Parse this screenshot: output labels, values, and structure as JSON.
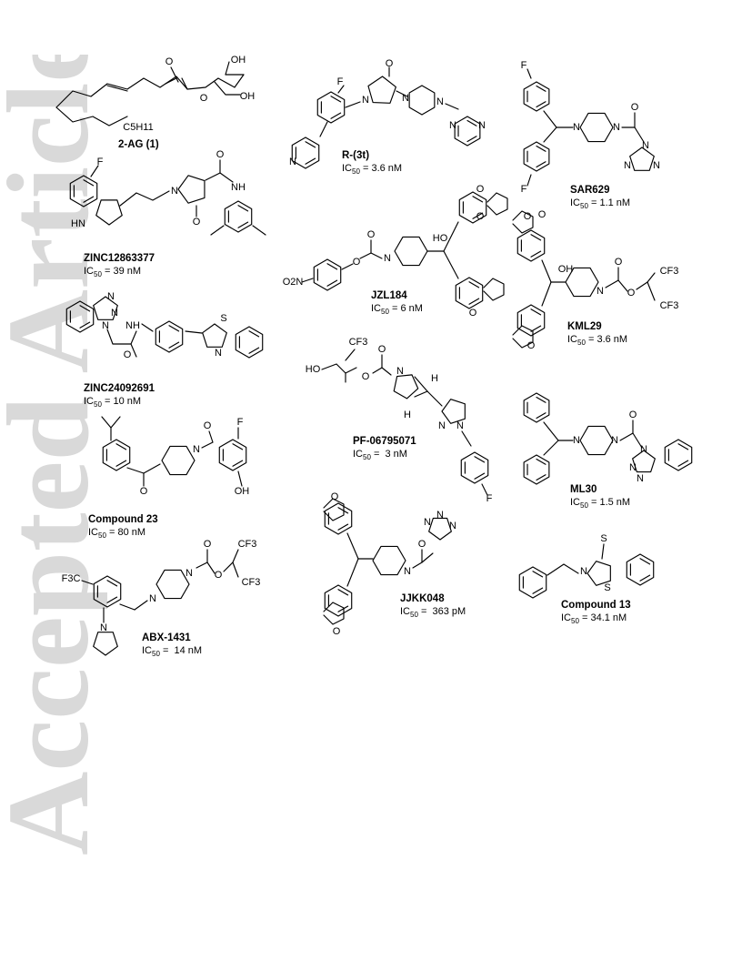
{
  "watermark": "Accepted Article",
  "compounds": [
    {
      "id": "2ag",
      "name": "2-AG (1)",
      "ic50": ""
    },
    {
      "id": "r3t",
      "name": "R-(3t)",
      "ic50": "3.6 nM"
    },
    {
      "id": "sar629",
      "name": "SAR629",
      "ic50": "1.1 nM"
    },
    {
      "id": "zinc128",
      "name": "ZINC12863377",
      "ic50": "39 nM"
    },
    {
      "id": "jzl184",
      "name": "JZL184",
      "ic50": "6 nM"
    },
    {
      "id": "kml29",
      "name": "KML29",
      "ic50": "3.6 nM"
    },
    {
      "id": "zinc240",
      "name": "ZINC24092691",
      "ic50": "10 nM"
    },
    {
      "id": "pf067",
      "name": "PF-06795071",
      "ic50": "3 nM"
    },
    {
      "id": "cpd23",
      "name": "Compound 23",
      "ic50": "80 nM"
    },
    {
      "id": "ml30",
      "name": "ML30",
      "ic50": "1.5 nM"
    },
    {
      "id": "abx",
      "name": "ABX-1431",
      "ic50": "14 nM"
    },
    {
      "id": "jjkk",
      "name": "JJKK048",
      "ic50": "363 pM"
    },
    {
      "id": "cpd13",
      "name": "Compound 13",
      "ic50": "34.1 nM"
    }
  ],
  "ic50_prefix": "IC",
  "ic50_sub": "50",
  "ic50_eq": " = ",
  "atoms": {
    "oh": "OH",
    "o": "O",
    "n": "N",
    "nh": "NH",
    "hn": "HN",
    "f": "F",
    "s": "S",
    "h": "H",
    "ho": "HO",
    "c5h11": "C5H11",
    "cf3": "CF3",
    "f3c": "F3C",
    "o2n": "O2N"
  }
}
